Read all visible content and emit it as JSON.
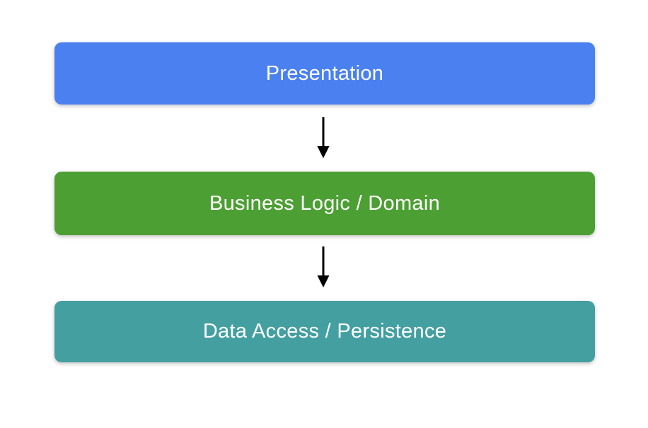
{
  "diagram": {
    "background": "#ffffff",
    "arrow_color": "#000000",
    "text_color": "#ffffff",
    "layers": [
      {
        "label": "Presentation",
        "color": "#4a80f0"
      },
      {
        "label": "Business Logic / Domain",
        "color": "#4c9f33"
      },
      {
        "label": "Data Access / Persistence",
        "color": "#449fa1"
      }
    ]
  }
}
